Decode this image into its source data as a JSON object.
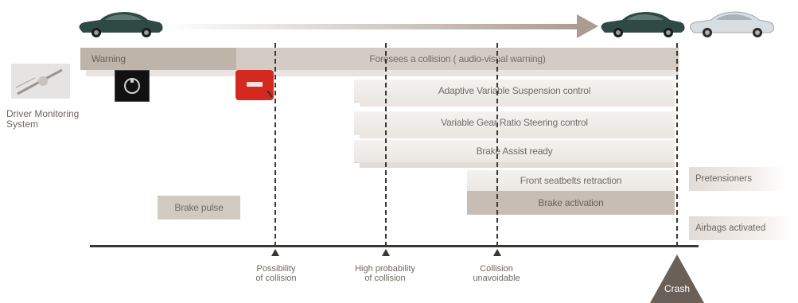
{
  "top_bars": {
    "warning": "Warning",
    "foresees": "Foresees a collision ( audio-visual warning)"
  },
  "driver_monitoring": {
    "label": "Driver Monitoring\nSystem"
  },
  "bars": {
    "avs": "Adaptive Variable Suspension control",
    "vgrs": "Variable Gear Ratio Steering control",
    "brake_assist": "Brake Assist ready",
    "seatbelts": "Front seatbelts retraction",
    "brake_activation": "Brake activation",
    "brake_pulse": "Brake pulse"
  },
  "right_boxes": {
    "pretensioners": "Pretensioners",
    "airbags": "Airbags activated"
  },
  "milestones": [
    {
      "label": "Possibility\nof collision"
    },
    {
      "label": "High probability\nof collision"
    },
    {
      "label": "Collision\nunavoidable"
    }
  ],
  "crash": {
    "label": "Crash"
  },
  "colors": {
    "car_dark": "#2f4a45",
    "car_silver": "#d8dde2",
    "arrow": "#b8aca2",
    "accent_red": "#d3291f"
  }
}
